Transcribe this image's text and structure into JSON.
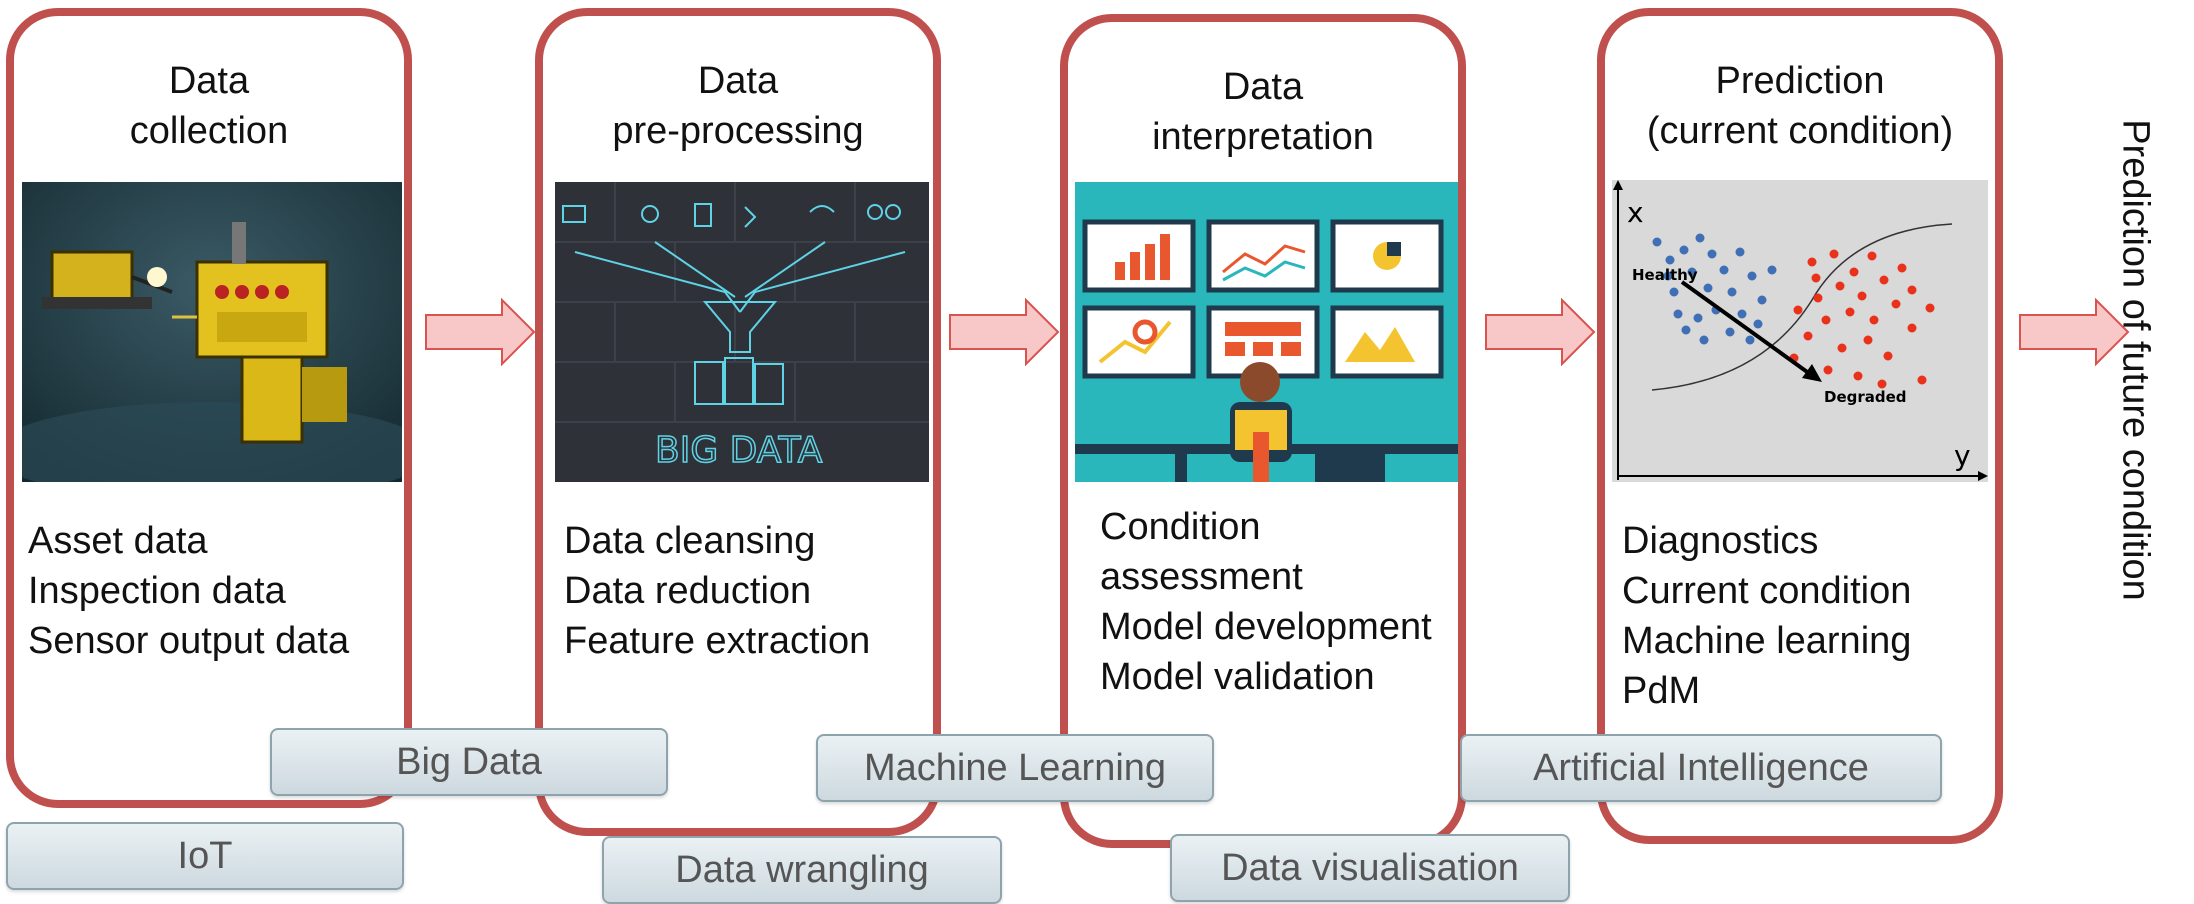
{
  "stages": [
    {
      "title_lines": [
        "Data",
        "collection"
      ],
      "items": [
        "Asset data",
        "Inspection data",
        "Sensor output data"
      ]
    },
    {
      "title_lines": [
        "Data",
        "pre-processing"
      ],
      "items": [
        "Data cleansing",
        "Data reduction",
        "Feature extraction"
      ],
      "image_text": "BIG DATA"
    },
    {
      "title_lines": [
        "Data",
        "interpretation"
      ],
      "items": [
        "Condition",
        "assessment",
        "Model development",
        "Model validation"
      ]
    },
    {
      "title_lines": [
        "Prediction",
        "(current condition)"
      ],
      "items": [
        "Diagnostics",
        "Current condition",
        "Machine learning",
        "PdM"
      ],
      "plot": {
        "x_axis": "x",
        "y_axis": "y",
        "healthy_label": "Healthy",
        "degraded_label": "Degraded"
      }
    }
  ],
  "tags": {
    "big_data": "Big Data",
    "iot": "IoT",
    "machine_learning": "Machine Learning",
    "data_wrangling": "Data wrangling",
    "data_visualisation": "Data visualisation",
    "artificial_intelligence": "Artificial Intelligence"
  },
  "final_output": "Prediction of future condition",
  "colors": {
    "border": "#c0504d",
    "arrow_fill": "#f8c8c8",
    "arrow_stroke": "#d9534f",
    "tag_bg": "#dbe5ea",
    "healthy_dots": "#3f6fb5",
    "degraded_dots": "#e8321c"
  }
}
